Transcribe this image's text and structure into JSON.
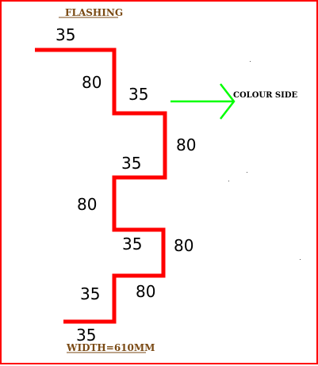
{
  "drawing": {
    "title": "FLASHING",
    "footer": "WIDTH=610MM",
    "colour_side_label": "COLOUR SIDE",
    "dimensions": [
      "35",
      "80",
      "35",
      "80",
      "35",
      "80",
      "35",
      "80",
      "35",
      "80",
      "35"
    ],
    "colors": {
      "profile": "#ff0000",
      "arrow": "#00ff00",
      "title": "#7a4a14",
      "frame": "#ff0000"
    }
  }
}
